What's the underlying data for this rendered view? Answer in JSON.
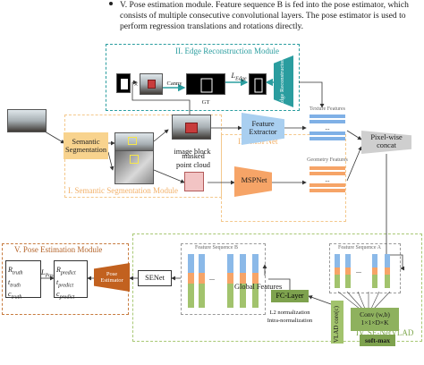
{
  "intro": {
    "line1": "V. Pose estimation module. Feature sequence B is fed into the pose estimator, which",
    "line2": "consists of multiple consecutive convolutional layers. The pose estimator is used to",
    "line3": "perform regression translations and rotations directly."
  },
  "modules": {
    "edge": "II. Edge Reconstruction Module",
    "msp": "III. MSPNet",
    "sem": "I. Semantic Segmentation Module",
    "pose": "V. Pose Estimation Module",
    "netvlad": "IV. SE-NetVLAD"
  },
  "edge": {
    "canny": "Canny",
    "gt": "GT",
    "l_edge": "L",
    "l_edge_sub": "Edge",
    "times": "×",
    "reconstructor": "Edge Reconstructor"
  },
  "nodes": {
    "semantic_segmentation": "Semantic Segmentation",
    "feature_extractor": "Feature Extractor",
    "image_block": "image block",
    "masked_point_cloud_1": "masked",
    "masked_point_cloud_2": "point cloud",
    "texture_features": "Texture Features",
    "geometry_features": "Geometry Features",
    "mspnet": "MSPNet",
    "pixel_wise_1": "Pixel-wise",
    "pixel_wise_2": "concat",
    "feature_sequence_a": "Feature Sequence A",
    "feature_sequence_b": "Feature Sequence B",
    "senet": "SENet",
    "global_features": "Global Features",
    "fc_layer": "FC-Layer",
    "l2_norm": "L2 normalization",
    "intra_norm": "Intra-normalization",
    "conv_1": "Conv (w,b)",
    "conv_2": "1×1×D×K",
    "softmax": "soft-max",
    "vlad_core": "VLAD core(c)",
    "pose_estimator_1": "Pose",
    "pose_estimator_2": "Estimator",
    "l_pose": "L",
    "l_pose_sub": "Pose",
    "ellipsis": "..."
  },
  "pose": {
    "truth": [
      "R",
      "truth",
      "t",
      "truth",
      "c",
      "truth"
    ],
    "predict": [
      "R",
      "predict",
      "t",
      "predict",
      "c",
      "predict"
    ]
  },
  "colors": {
    "teal": "#2a9d9f",
    "orange_light": "#f4c88c",
    "orange": "#f6a467",
    "blue": "#a9cff0",
    "green": "#7ea24e",
    "brown": "#c2611f",
    "gray": "#cfcfcf"
  }
}
